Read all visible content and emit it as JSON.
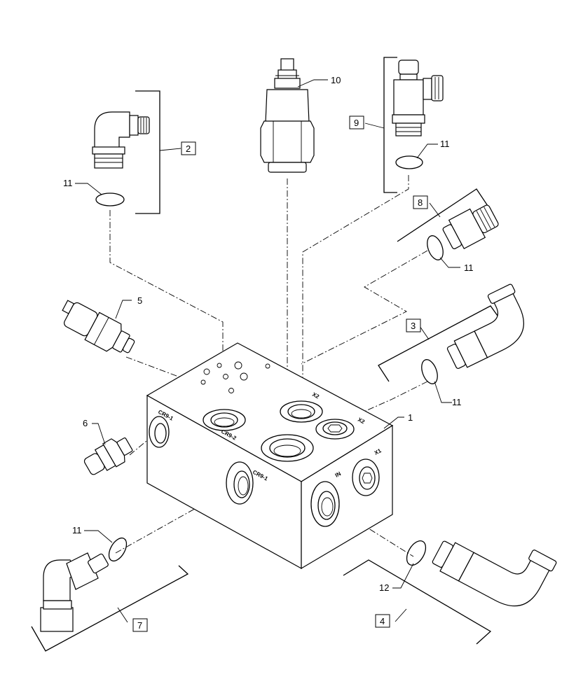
{
  "callouts": {
    "c1": "1",
    "c2": "2",
    "c3": "3",
    "c4": "4",
    "c5": "5",
    "c6": "6",
    "c7": "7",
    "c8": "8",
    "c9": "9",
    "c10": "10",
    "c11_a": "11",
    "c11_b": "11",
    "c11_c": "11",
    "c11_d": "11",
    "c11_e": "11",
    "c12": "12"
  },
  "port_labels": {
    "cr9_1_top": "CR9-1",
    "cr9_2_top": "CR9-2",
    "x2_a": "X2",
    "x2_b": "X2",
    "cr9_1_front": "CR9-1",
    "in": "IN",
    "x1": "X1"
  }
}
